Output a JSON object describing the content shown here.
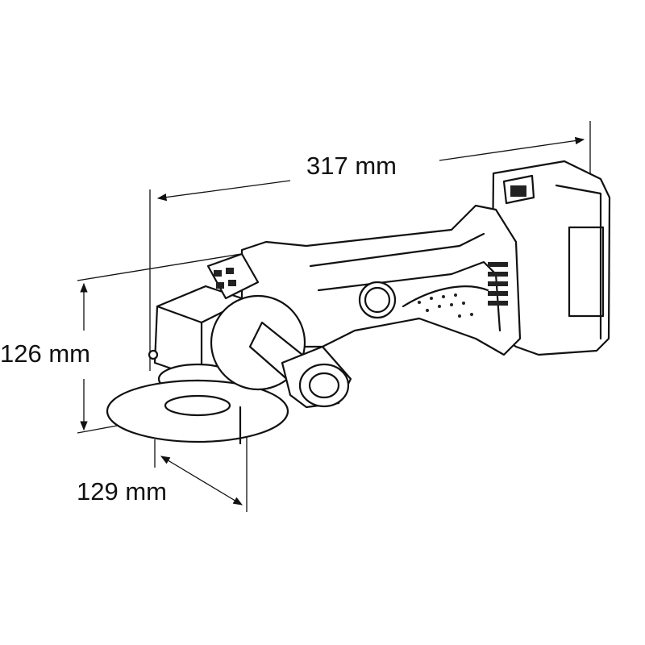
{
  "title": "Angle grinder dimensions drawing",
  "dimensions": {
    "length": "317 mm",
    "height": "126 mm",
    "depth": "129 mm"
  },
  "colors": {
    "line": "#111111",
    "background": "#ffffff"
  }
}
